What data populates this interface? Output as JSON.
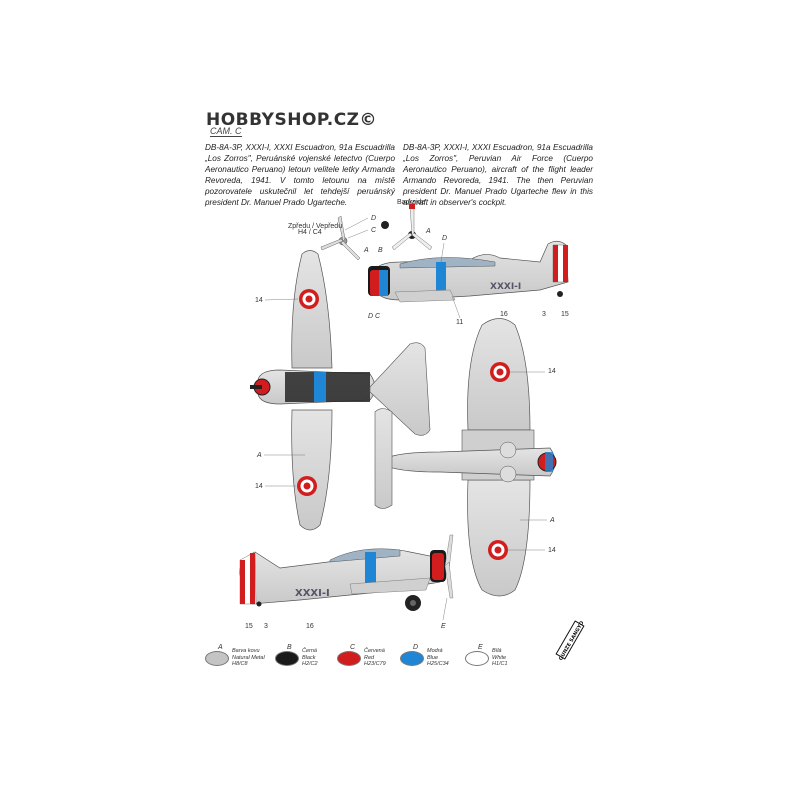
{
  "brand": {
    "text": "HOBBYSHOP.CZ©"
  },
  "camouflage_label": "CAM. C",
  "description": {
    "czech": "DB-8A-3P, XXXI-I, XXXI Escuadron, 91a Escuadrilla „Los Zorros\", Peruánské vojenské letectvo (Cuerpo Aeronautico Peruano) letoun velitele letky Armanda Revoreda, 1941. V tomto letounu na místě pozorovatele uskutečnil let tehdejší peruánský president Dr. Manuel Prado Ugarteche.",
    "english": "DB-8A-3P, XXXI-I, XXXI Escuadron, 91a Escuadrilla „Los Zorros\", Peruvian Air Force (Cuerpo Aeronautico Peruano), aircraft of the flight leader Armando Revoreda, 1941. The then Peruvian president Dr. Manuel Prado Ugarteche flew in this aircraft in observer's cockpit."
  },
  "callouts": {
    "backside": "Backside",
    "front_note": "Zpředu / Vepředu",
    "front_note2": "H4 / C4",
    "A": "A",
    "B": "B",
    "C": "C",
    "D": "D",
    "E": "E",
    "n3": "3",
    "n11": "11",
    "n14": "14",
    "n15": "15",
    "n16": "16"
  },
  "aircraft_code": "XXXI-I",
  "legend": [
    {
      "letter": "A",
      "lines": [
        "Barva kovu",
        "Natural Metal",
        "H8/C8"
      ],
      "color": "#c4c4c4"
    },
    {
      "letter": "B",
      "lines": [
        "Černá",
        "Black",
        "H2/C2"
      ],
      "color": "#1a1a1a"
    },
    {
      "letter": "C",
      "lines": [
        "Červená",
        "Red",
        "H23/C79"
      ],
      "color": "#d11d1d"
    },
    {
      "letter": "D",
      "lines": [
        "Modrá",
        "Blue",
        "H25/C34"
      ],
      "color": "#1f86d6"
    },
    {
      "letter": "E",
      "lines": [
        "Bílá",
        "White",
        "H1/C1"
      ],
      "color": "#ffffff"
    }
  ],
  "gunze_logo": "GUNZE SANGYO"
}
